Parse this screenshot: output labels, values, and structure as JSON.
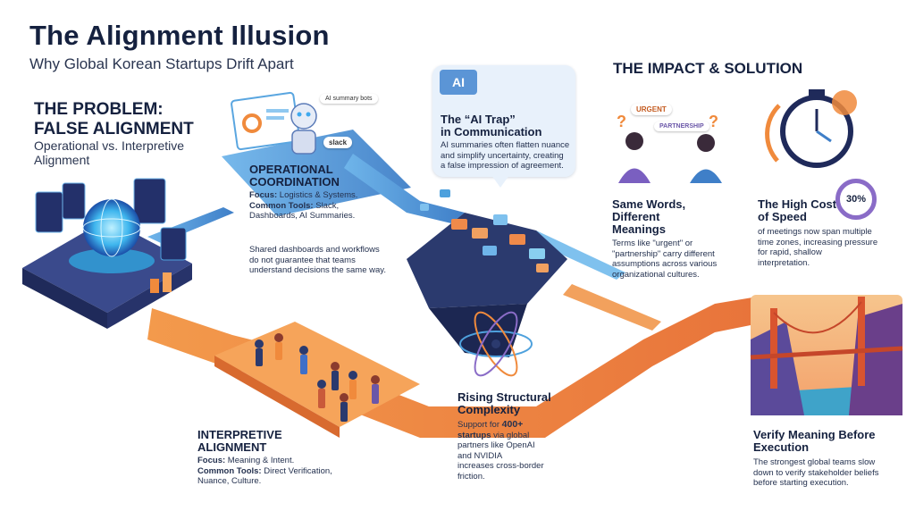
{
  "header": {
    "title": "The Alignment Illusion",
    "subtitle": "Why Global Korean Startups Drift Apart"
  },
  "problem": {
    "heading_line1": "THE PROBLEM:",
    "heading_line2": "FALSE ALIGNMENT",
    "sub_line1": "Operational vs. Interpretive",
    "sub_line2": "Alignment"
  },
  "operational": {
    "title_line1": "OPERATIONAL",
    "title_line2": "COORDINATION",
    "focus_label": "Focus:",
    "focus_value": " Logistics & Systems.",
    "tools_label": "Common Tools:",
    "tools_value_line1": " Slack,",
    "tools_value_line2": "Dashboards, AI Summaries.",
    "note_line1": "Shared dashboards and workflows",
    "note_line2": "do not guarantee that teams",
    "note_line3": "understand decisions the same way.",
    "tag_bots": "AI summary bots",
    "tag_slack": "slack"
  },
  "ai_trap": {
    "chip": "AI",
    "title_line1": "The “AI Trap”",
    "title_line2": "in Communication",
    "body_line1": "AI summaries often flatten nuance",
    "body_line2": "and simplify uncertainty, creating",
    "body_line3": "a false impression of agreement."
  },
  "impact": {
    "heading": "THE IMPACT & SOLUTION",
    "tag_urgent": "URGENT",
    "tag_partnership": "PARTNERSHIP",
    "same_words_line1": "Same Words,",
    "same_words_line2": "Different",
    "same_words_line3": "Meanings",
    "same_words_body1": "Terms like \"urgent\" or",
    "same_words_body2": "\"partnership\" carry different",
    "same_words_body3": "assumptions across various",
    "same_words_body4": "organizational cultures.",
    "cost_line1": "The High Cost",
    "cost_line2": "of Speed",
    "cost_percent": "30%",
    "cost_body1": "of meetings now span multiple",
    "cost_body2": "time zones, increasing pressure",
    "cost_body3": "for rapid, shallow",
    "cost_body4": "interpretation."
  },
  "interpretive": {
    "title_line1": "INTERPRETIVE",
    "title_line2": "ALIGNMENT",
    "focus_label": "Focus:",
    "focus_value": " Meaning & Intent.",
    "tools_label": "Common Tools:",
    "tools_value": " Direct Verification,",
    "tools_value_line2": "Nuance, Culture."
  },
  "complexity": {
    "title_line1": "Rising Structural",
    "title_line2": "Complexity",
    "body_pre": "Support for ",
    "body_bold1": "400+",
    "body_bold2": "startups",
    "body_line2_rest": " via global",
    "body_line3": "partners like OpenAI",
    "body_line4": "and NVIDIA",
    "body_line5": "increases cross-border",
    "body_line6": "friction."
  },
  "verify": {
    "title_line1": "Verify Meaning Before",
    "title_line2": "Execution",
    "body_line1": "The strongest global teams slow",
    "body_line2": "down to verify stakeholder beliefs",
    "body_line3": "before starting execution."
  },
  "colors": {
    "blue_path": "#5aa6e0",
    "orange_path": "#f08a3c",
    "purple_accent": "#8a6cc7",
    "title": "#15213f"
  }
}
